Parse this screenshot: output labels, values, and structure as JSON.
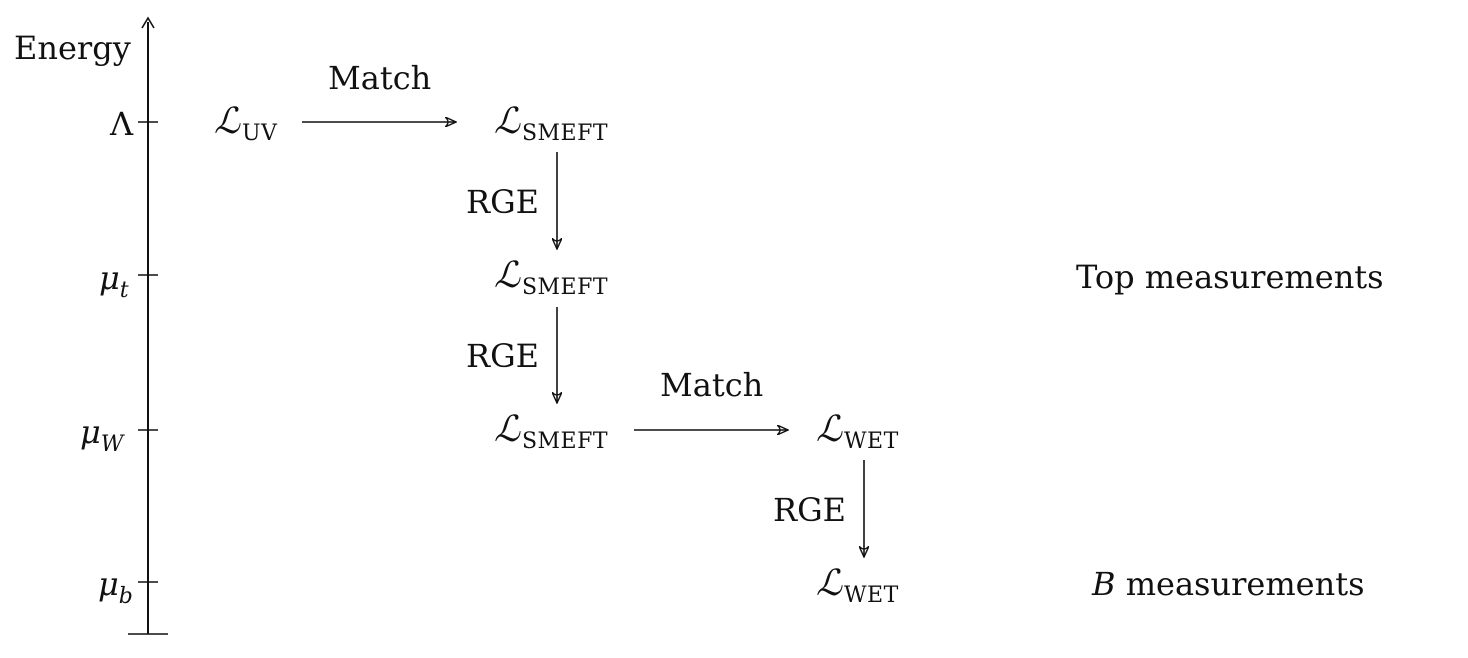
{
  "axis": {
    "title": "Energy",
    "scales": [
      {
        "symbol": "Λ",
        "sub": ""
      },
      {
        "symbol": "μ",
        "sub": "t"
      },
      {
        "symbol": "μ",
        "sub": "W"
      },
      {
        "symbol": "μ",
        "sub": "b"
      }
    ]
  },
  "nodes": {
    "uv": {
      "symbol": "ℒ",
      "sub": "UV"
    },
    "smeft_lambda": {
      "symbol": "ℒ",
      "sub": "SMEFT"
    },
    "smeft_top": {
      "symbol": "ℒ",
      "sub": "SMEFT"
    },
    "smeft_w": {
      "symbol": "ℒ",
      "sub": "SMEFT"
    },
    "wet_w": {
      "symbol": "ℒ",
      "sub": "WET"
    },
    "wet_b": {
      "symbol": "ℒ",
      "sub": "WET"
    }
  },
  "edges": {
    "match_1": "Match",
    "rge_1": "RGE",
    "rge_2": "RGE",
    "match_2": "Match",
    "rge_3": "RGE"
  },
  "measurements": {
    "top": "Top measurements",
    "b_symbol": "B",
    "b_rest": " measurements"
  }
}
